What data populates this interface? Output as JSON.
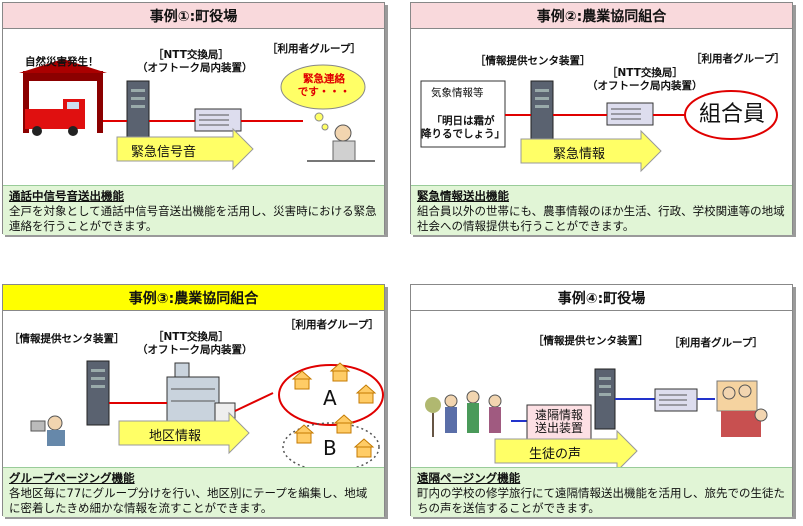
{
  "panels": [
    {
      "title": "事例①:町役場",
      "labels": {
        "disaster": "自然災害発生！",
        "ntt_line1": "［NTT交換局］",
        "ntt_line2": "（オフトーク局内装置）",
        "users": "［利用者グループ］",
        "bubble": "緊急連絡\nです・・・",
        "arrow": "緊急信号音"
      },
      "desc_title": "通話中信号音送出機能",
      "desc_body": "全戸を対象として通話中信号音送出機能を活用し、災害時における緊急連絡を行うことができます。"
    },
    {
      "title": "事例②:農業協同組合",
      "labels": {
        "center": "［情報提供センタ装置］",
        "ntt_line1": "［NTT交換局］",
        "ntt_line2": "（オフトーク局内装置）",
        "users": "［利用者グループ］",
        "weather": "気象情報等",
        "quote": "「明日は霜が\n降りるでしょう」",
        "members": "組合員",
        "arrow": "緊急情報"
      },
      "desc_title": "緊急情報送出機能",
      "desc_body": "組合員以外の世帯にも、農事情報のほか生活、行政、学校関連等の地域社会への情報提供も行うことができます。"
    },
    {
      "title": "事例③:農業協同組合",
      "labels": {
        "center": "［情報提供センタ装置］",
        "ntt_line1": "［NTT交換局］",
        "ntt_line2": "（オフトーク局内装置）",
        "users": "［利用者グループ］",
        "group_a": "A",
        "group_b": "B",
        "arrow": "地区情報"
      },
      "desc_title": "グループページング機能",
      "desc_body": "各地区毎に77にグループ分けを行い、地区別にテープを編集し、地域に密着したきめ細かな情報を流すことができます。"
    },
    {
      "title": "事例④:町役場",
      "labels": {
        "center": "［情報提供センタ装置］",
        "users": "［利用者グループ］",
        "remote": "遠隔情報\n送出装置",
        "arrow": "生徒の声"
      },
      "desc_title": "遠隔ページング機能",
      "desc_body": "町内の学校の修学旅行にて遠隔情報送出機能を活用し、旅先での生徒たちの声を送信することができます。"
    }
  ],
  "colors": {
    "pink_header": "#f9d9dc",
    "yellow_header": "#ffff00",
    "desc_bg": "#e1f5d6",
    "line_red": "#e00000",
    "line_blue": "#2233cc",
    "arrow_fill": "#ffff66"
  }
}
